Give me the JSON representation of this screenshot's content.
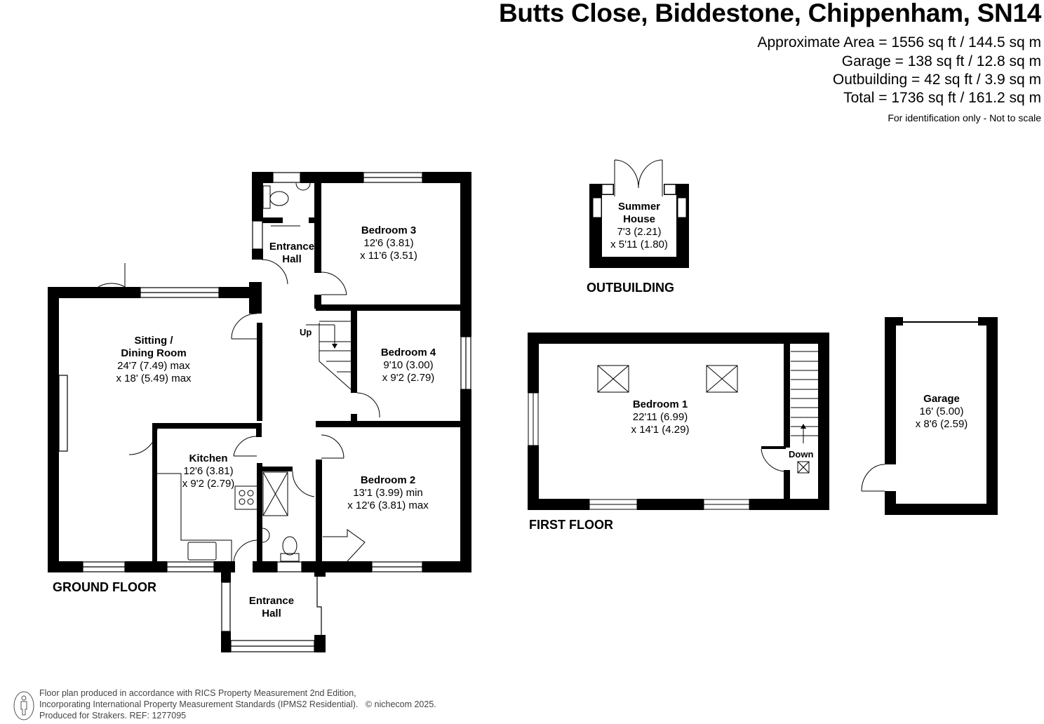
{
  "header": {
    "title": "Butts Close, Biddestone, Chippenham, SN14",
    "areas": [
      "Approximate Area = 1556 sq ft / 144.5 sq m",
      "Garage = 138 sq ft / 12.8 sq m",
      "Outbuilding = 42 sq ft / 3.9 sq m",
      "Total = 1736 sq ft / 161.2 sq m"
    ],
    "note": "For identification only - Not to scale"
  },
  "floors": {
    "ground": "GROUND FLOOR",
    "first": "FIRST FLOOR",
    "outbuilding": "OUTBUILDING"
  },
  "rooms": {
    "sitting": {
      "name1": "Sitting /",
      "name2": "Dining Room",
      "dim1": "24'7 (7.49) max",
      "dim2": "x 18' (5.49) max"
    },
    "entrance_rear": {
      "name1": "Entrance",
      "name2": "Hall"
    },
    "bedroom3": {
      "name": "Bedroom 3",
      "dim1": "12'6 (3.81)",
      "dim2": "x 11'6 (3.51)"
    },
    "bedroom4": {
      "name": "Bedroom 4",
      "dim1": "9'10 (3.00)",
      "dim2": "x 9'2 (2.79)"
    },
    "kitchen": {
      "name": "Kitchen",
      "dim1": "12'6 (3.81)",
      "dim2": "x 9'2 (2.79)"
    },
    "bedroom2": {
      "name": "Bedroom 2",
      "dim1": "13'1 (3.99) min",
      "dim2": "x 12'6 (3.81) max"
    },
    "entrance_front": {
      "name1": "Entrance",
      "name2": "Hall"
    },
    "summer_house": {
      "name1": "Summer",
      "name2": "House",
      "dim1": "7'3 (2.21)",
      "dim2": "x 5'11 (1.80)"
    },
    "bedroom1": {
      "name": "Bedroom 1",
      "dim1": "22'11 (6.99)",
      "dim2": "x 14'1 (4.29)"
    },
    "garage": {
      "name": "Garage",
      "dim1": "16' (5.00)",
      "dim2": "x 8'6 (2.59)"
    }
  },
  "stairs": {
    "up": "Up",
    "down": "Down"
  },
  "footer": {
    "line1": "Floor plan produced in accordance with RICS Property Measurement 2nd Edition,",
    "line2": "Incorporating International Property Measurement Standards (IPMS2 Residential).",
    "copyright": "© nichecom 2025.",
    "line3": "Produced for Strakers.   REF: 1277095"
  },
  "colors": {
    "wall": "#000000",
    "background": "#ffffff",
    "footer_text": "#444444"
  }
}
